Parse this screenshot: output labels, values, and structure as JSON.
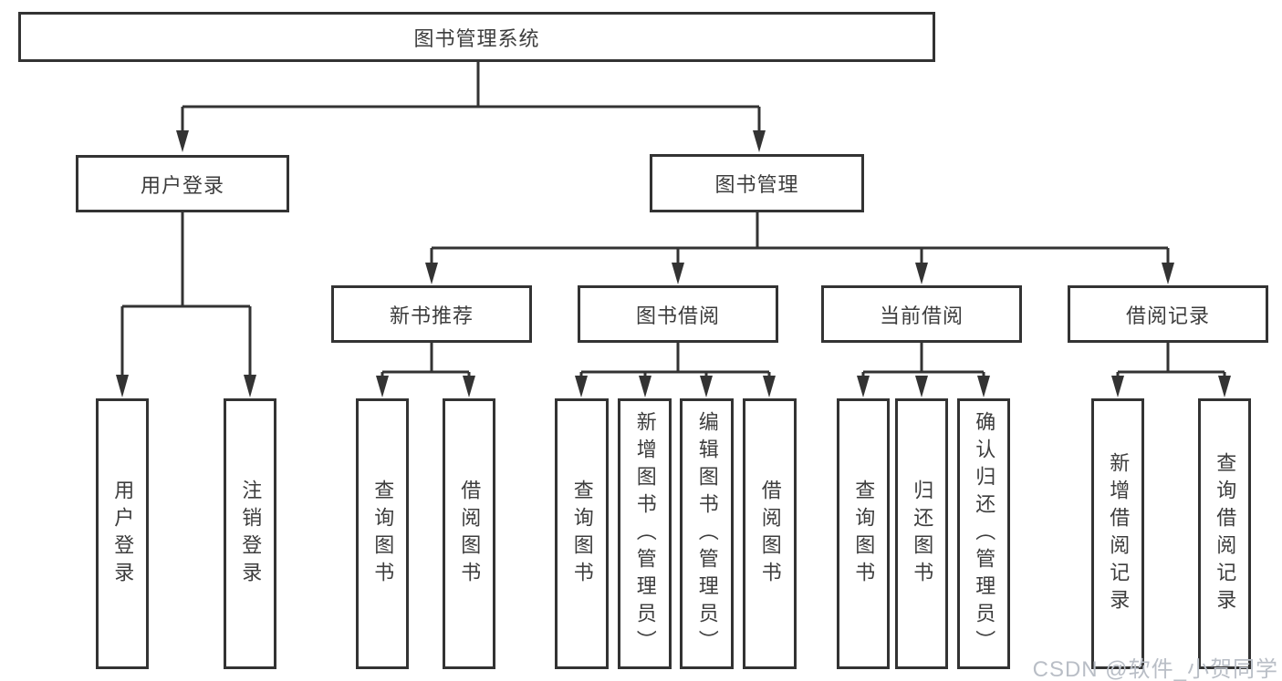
{
  "colors": {
    "line": "#333333",
    "box_border": "#333333",
    "text": "#3d3d3d",
    "watermark": "#b9bec6",
    "bg": "#ffffff"
  },
  "tree": {
    "root": {
      "label": "图书管理系统"
    },
    "children": [
      {
        "label": "用户登录",
        "children": [
          {
            "label": "用户登录"
          },
          {
            "label": "注销登录"
          }
        ]
      },
      {
        "label": "图书管理",
        "children": [
          {
            "label": "新书推荐",
            "children": [
              {
                "label": "查询图书"
              },
              {
                "label": "借阅图书"
              }
            ]
          },
          {
            "label": "图书借阅",
            "children": [
              {
                "label": "查询图书"
              },
              {
                "label": "新增图书（管理员）"
              },
              {
                "label": "编辑图书（管理员）"
              },
              {
                "label": "借阅图书"
              }
            ]
          },
          {
            "label": "当前借阅",
            "children": [
              {
                "label": "查询图书"
              },
              {
                "label": "归还图书"
              },
              {
                "label": "确认归还（管理员）"
              }
            ]
          },
          {
            "label": "借阅记录",
            "children": [
              {
                "label": "新增借阅记录"
              },
              {
                "label": "查询借阅记录"
              }
            ]
          }
        ]
      }
    ]
  },
  "watermark": {
    "text": "CSDN @软件_小贺同学"
  }
}
